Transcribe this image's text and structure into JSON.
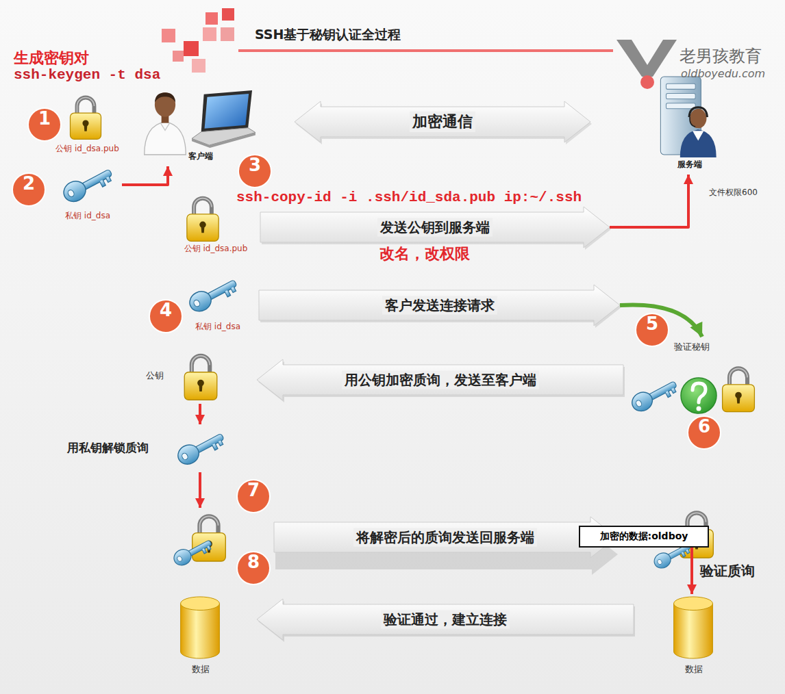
{
  "diagram": {
    "title": "SSH基于秘钥认证全过程",
    "nodes": [
      {
        "text": [
          "客户端"
        ]
      },
      {
        "text": [
          "服务端"
        ]
      },
      {
        "text": [
          "公钥 id_dsa.pub"
        ]
      },
      {
        "text": [
          "私钥 id_dsa"
        ]
      },
      {
        "text": [
          "公钥 id_dsa.pub"
        ]
      },
      {
        "text": [
          "私钥 id_dsa"
        ]
      },
      {
        "text": [
          "验证秘钥"
        ]
      },
      {
        "text": [
          "公钥"
        ]
      },
      {
        "text": [
          "用私钥解锁质询"
        ]
      },
      {
        "text": [
          "加密的数据:oldboy"
        ]
      },
      {
        "text": [
          "数据"
        ]
      },
      {
        "text": [
          "数据"
        ]
      }
    ],
    "edges": [
      {
        "from": 0,
        "to": 1,
        "arrow": "both",
        "label": "加密通信"
      },
      {
        "from": 3,
        "to": 0,
        "arrow": "to"
      },
      {
        "from": 4,
        "to": 1,
        "arrow": "to",
        "label": "发送公钥到服务端"
      },
      {
        "from": 5,
        "to": 6,
        "arrow": "to",
        "label": "客户发送连接请求"
      },
      {
        "from": 6,
        "to": 7,
        "arrow": "to",
        "label": "用公钥加密质询，发送至客户端"
      },
      {
        "from": 7,
        "to": 8,
        "arrow": "to"
      },
      {
        "from": 9,
        "to": 10,
        "arrow": "to",
        "label": "验证质询"
      },
      {
        "from": 10,
        "to": 11,
        "arrow": "to",
        "label": "验证通过，建立连接"
      }
    ],
    "labels": [
      "生成密钥对",
      "ssh-keygen -t dsa",
      "老男孩教育",
      "oldboyedu.com",
      "1",
      "2",
      "3",
      "ssh-copy-id -i .ssh/id_sda.pub ip:~/.ssh",
      "文件权限600",
      "改名，改权限",
      "4",
      "5",
      "6",
      "7",
      "8",
      "将解密后的质询发送回服务端"
    ]
  }
}
